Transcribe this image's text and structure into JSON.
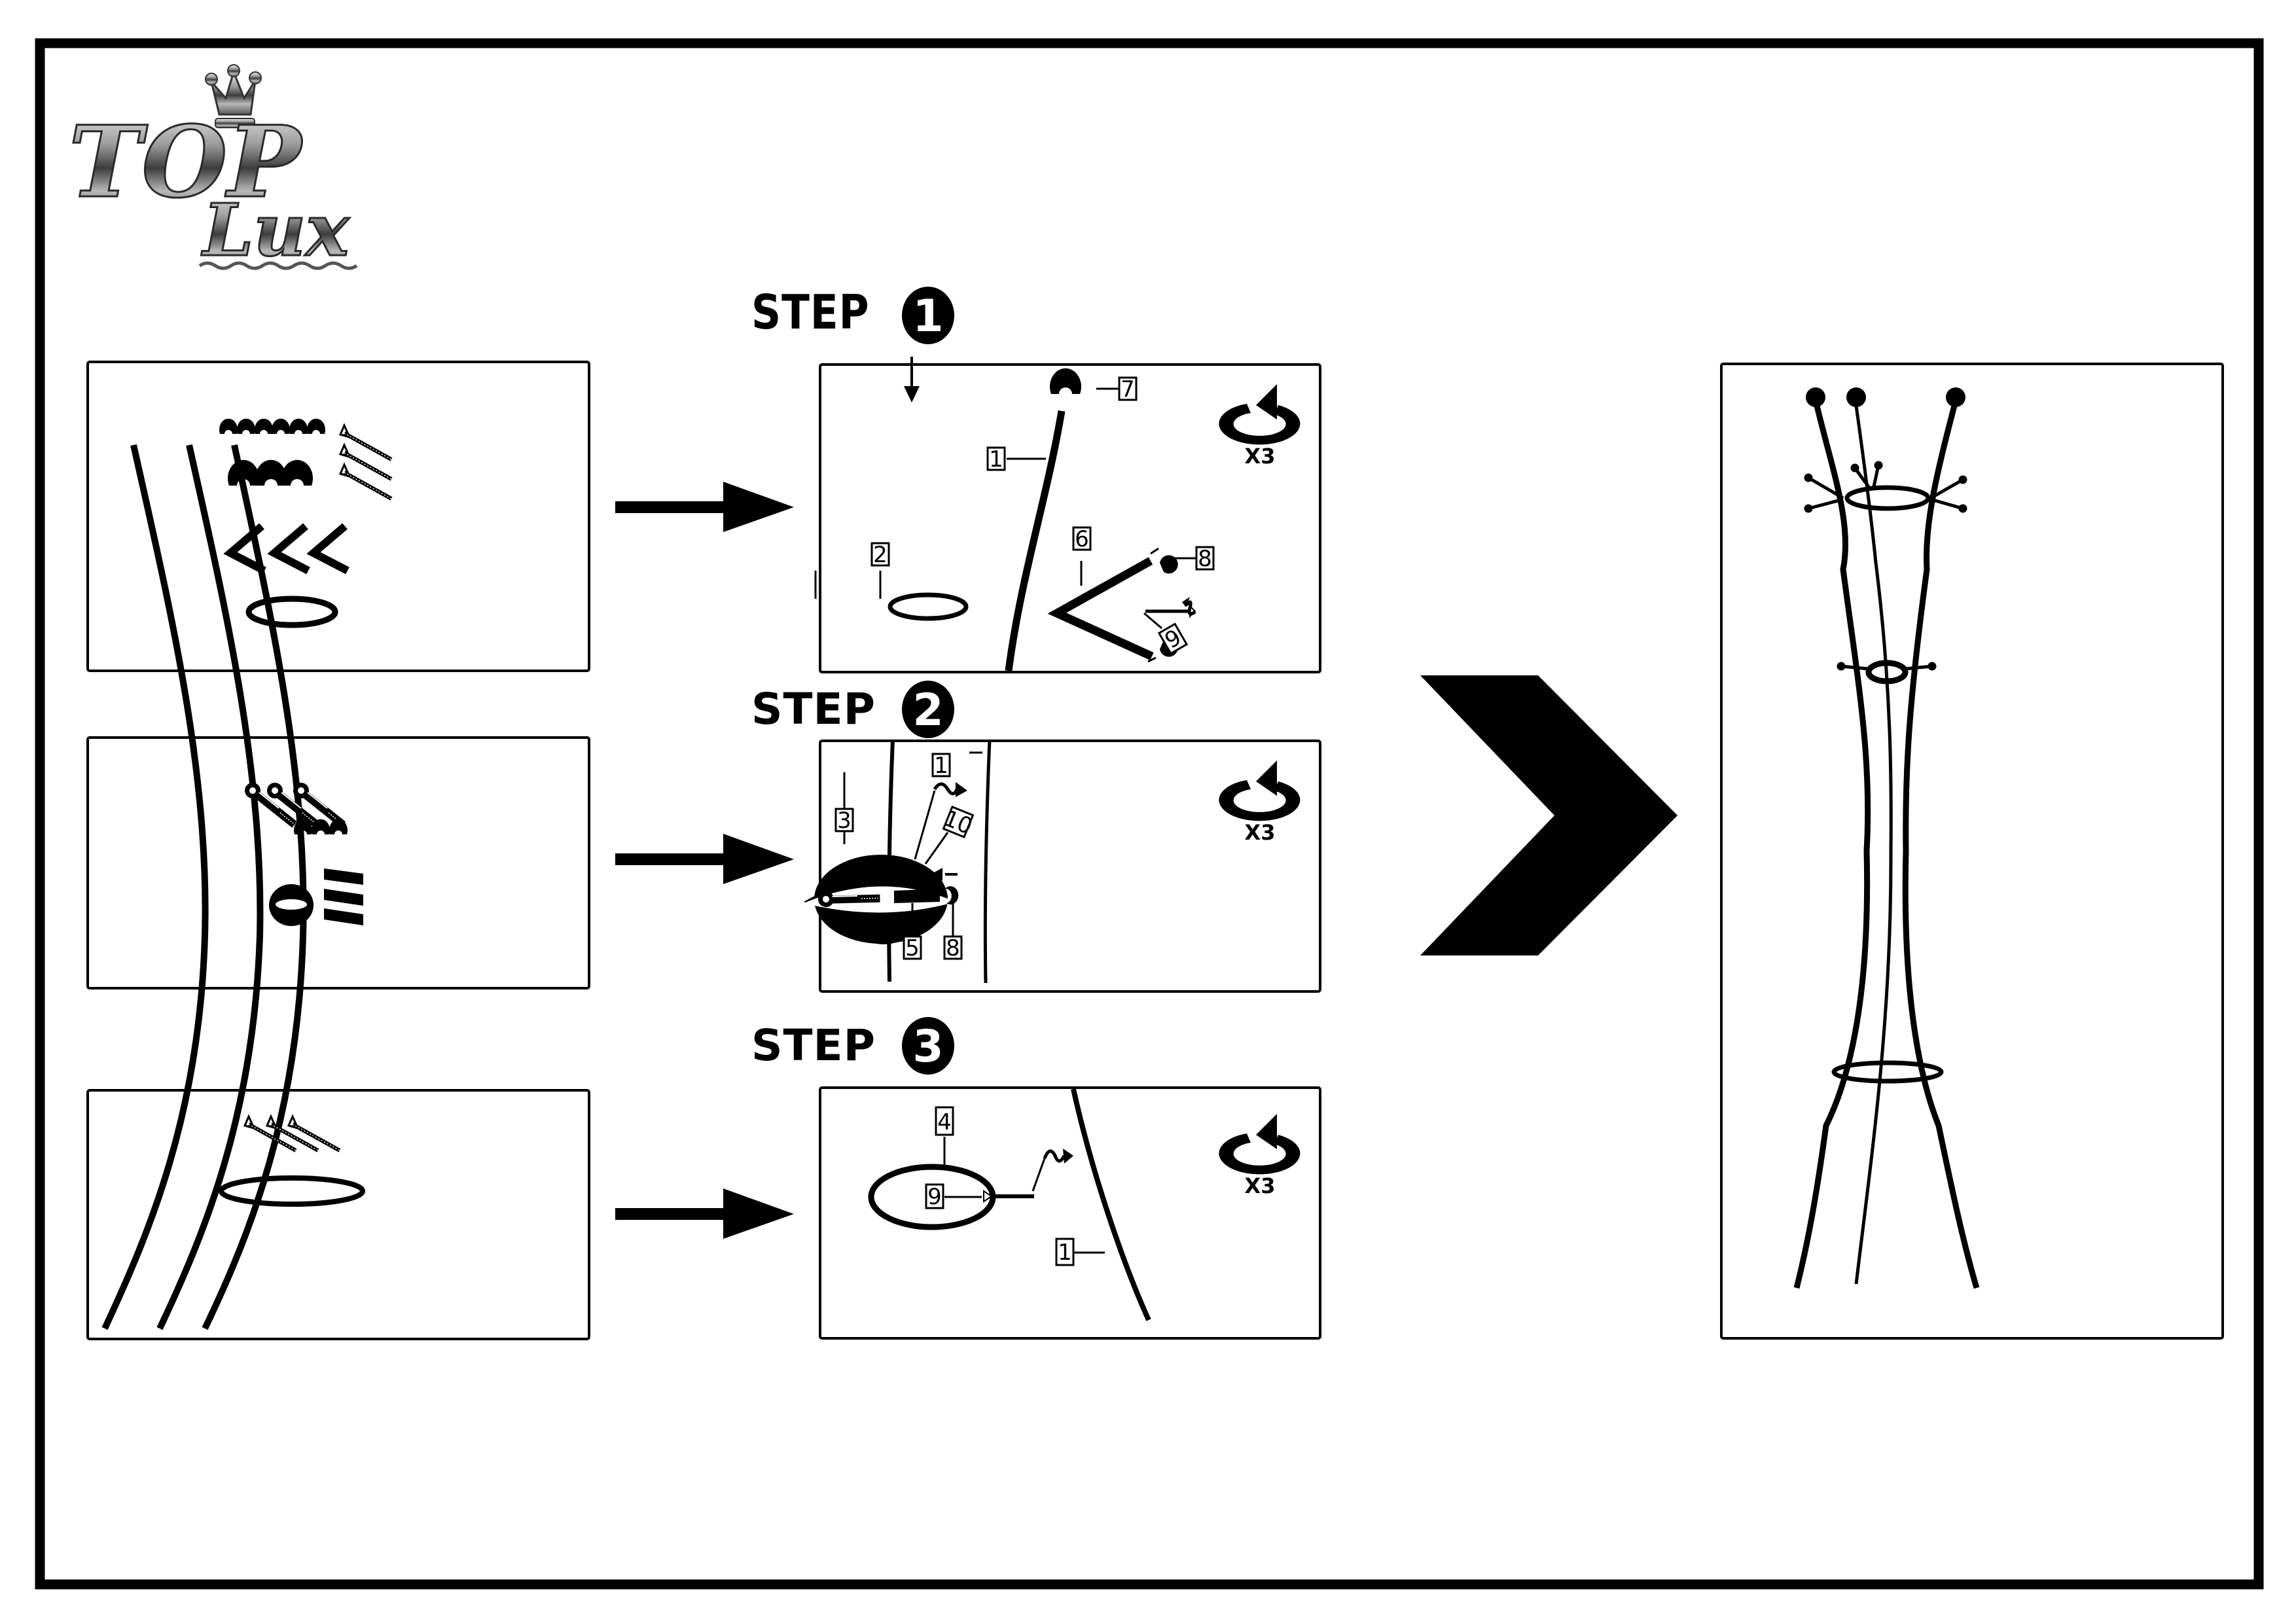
{
  "document": {
    "type": "assembly-instructions",
    "product": "coat stand"
  },
  "logo": {
    "line1": "TOP",
    "line2": "Lux",
    "crown_icon": "crown-icon"
  },
  "parts_panels": [
    {
      "id": "parts-frame",
      "contents": [
        "3 long curved poles",
        "6 small end caps",
        "3 large end caps",
        "3 wood screws",
        "3 V-shaped hook arms",
        "1 ring"
      ]
    },
    {
      "id": "parts-middle",
      "contents": [
        "3 socket bolts",
        "3 small end caps",
        "1 thick collar ring",
        "3 short rods"
      ]
    },
    {
      "id": "parts-base",
      "contents": [
        "3 wood screws",
        "1 large ring"
      ]
    }
  ],
  "steps": [
    {
      "label": "STEP",
      "number": "1",
      "repeat": "X3",
      "callouts": [
        "7",
        "1",
        "6",
        "8",
        "2",
        "9"
      ]
    },
    {
      "label": "STEP",
      "number": "2",
      "repeat": "X3",
      "callouts": [
        "1",
        "3",
        "10",
        "5",
        "8"
      ]
    },
    {
      "label": "STEP",
      "number": "3",
      "repeat": "X3",
      "callouts": [
        "4",
        "9",
        "1"
      ]
    }
  ],
  "icons": {
    "rotate": "rotate-icon",
    "arrow": "arrow-right-icon",
    "chevron": "chevron-right-icon",
    "screw": "screw-icon",
    "bolt": "bolt-icon",
    "cap": "end-cap-icon"
  },
  "colors": {
    "ink": "#000000",
    "paper": "#ffffff"
  }
}
